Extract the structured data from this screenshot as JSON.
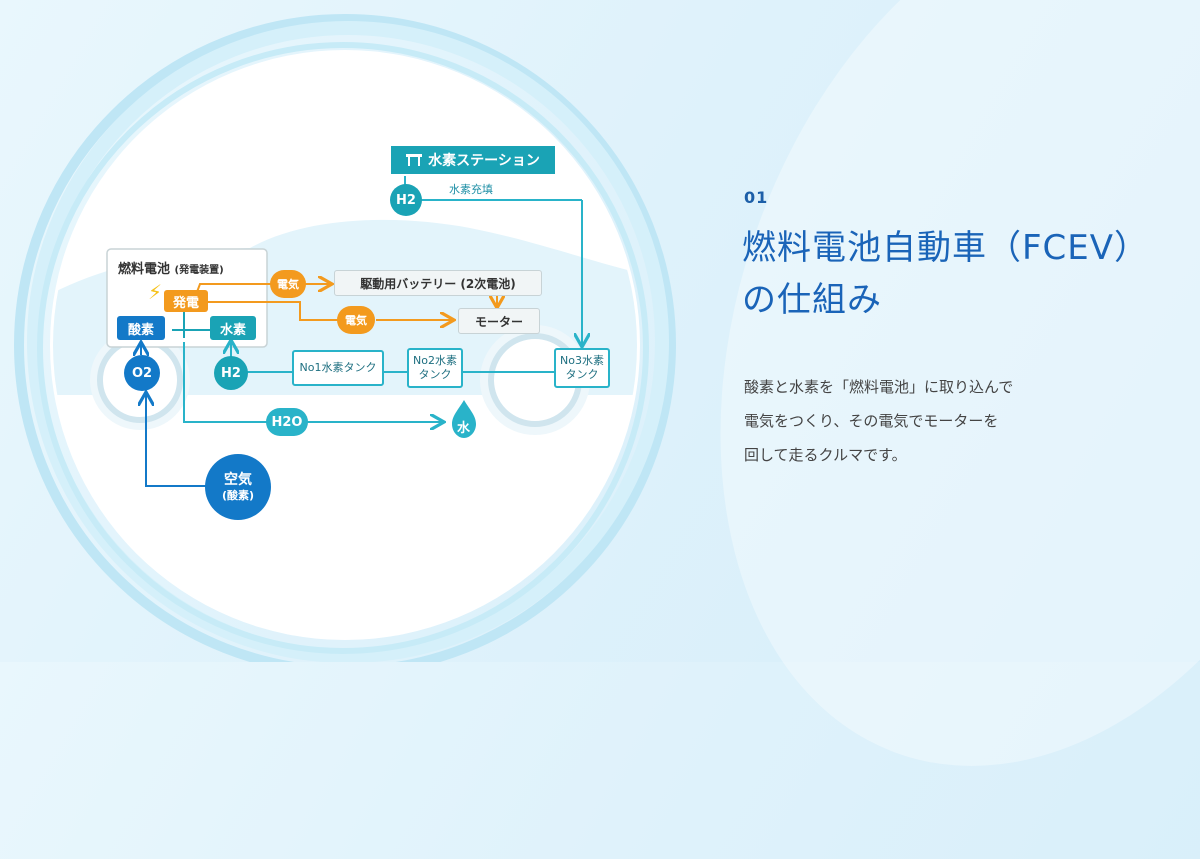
{
  "section": {
    "number": "01",
    "title_line1": "燃料電池自動車（FCEV）",
    "title_line2": "の仕組み",
    "description": [
      "酸素と水素を「燃料電池」に取り込んで",
      "電気をつくり、その電気でモーターを",
      "回して走るクルマです。"
    ]
  },
  "diagram": {
    "station_label": "水素ステーション",
    "refuel_label": "水素充填",
    "h2_label": "H2",
    "fuel_cell_title": "燃料電池",
    "fuel_cell_sub": "(発電装置)",
    "power_gen": "発電",
    "oxygen": "酸素",
    "hydrogen": "水素",
    "electricity": "電気",
    "battery": "駆動用バッテリー (2次電池)",
    "motor": "モーター",
    "tank1": "No1水素タンク",
    "tank2_line1": "No2水素",
    "tank2_line2": "タンク",
    "tank3_line1": "No3水素",
    "tank3_line2": "タンク",
    "o2_label": "O2",
    "h2o_label": "H2O",
    "water": "水",
    "air_line1": "空気",
    "air_line2": "(酸素)"
  },
  "colors": {
    "accent_blue": "#1a64b8",
    "teal": "#1aa3b5",
    "orange": "#f39a1e",
    "cyan_line": "#29b3c9"
  }
}
